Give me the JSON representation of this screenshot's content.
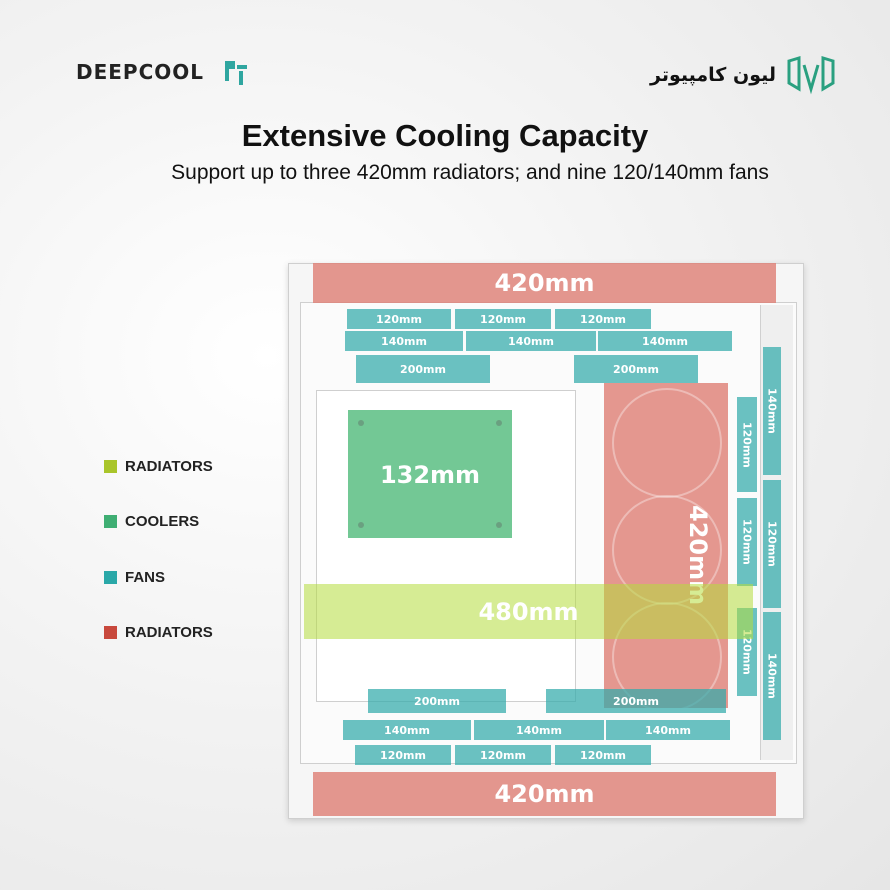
{
  "header": {
    "brand_left": "DEEPCOOL",
    "brand_right": "لیون کامپیوتر",
    "title": "Extensive Cooling Capacity",
    "subtitle": "Support up to  three 420mm radiators; and nine 120/140mm fans"
  },
  "legend": [
    {
      "label": "RADIATORS",
      "color": "#a9c52a"
    },
    {
      "label": "COOLERS",
      "color": "#3fae73"
    },
    {
      "label": "FANS",
      "color": "#2aa8a8"
    },
    {
      "label": "RADIATORS",
      "color": "#c8483c"
    }
  ],
  "labels": {
    "top_rad": "420mm",
    "bottom_rad": "420mm",
    "cooler": "132mm",
    "rad480": "480mm",
    "side_rad": "420mm",
    "top_fans_120": [
      "120mm",
      "120mm",
      "120mm"
    ],
    "top_fans_140": [
      "140mm",
      "140mm",
      "140mm"
    ],
    "top_200": [
      "200mm",
      "200mm"
    ],
    "bottom_200": [
      "200mm",
      "200mm"
    ],
    "bottom_fans_140": [
      "140mm",
      "140mm",
      "140mm"
    ],
    "bottom_fans_120": [
      "120mm",
      "120mm",
      "120mm"
    ],
    "side_120": [
      "120mm",
      "120mm",
      "120mm"
    ],
    "side_140": [
      "140mm",
      "120mm",
      "140mm"
    ]
  },
  "colors": {
    "fan": "#2aa8a8",
    "radiator_red": "#de8076",
    "cooler": "#5abe82",
    "radiator_green": "#b4dc3c"
  }
}
